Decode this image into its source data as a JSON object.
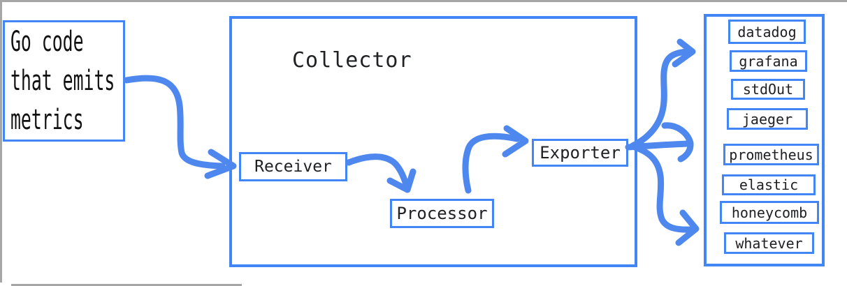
{
  "colors": {
    "bg": "#ffffff",
    "accent": "#4285f4",
    "arrow": "#4e87ee",
    "frame": "#a6a6a6",
    "text": "#202124",
    "source_text": "#111111"
  },
  "source_box": {
    "lines": [
      "Go code",
      "that emits",
      "metrics"
    ]
  },
  "collector": {
    "title": "Collector",
    "receiver_label": "Receiver",
    "processor_label": "Processor",
    "exporter_label": "Exporter"
  },
  "sinks": [
    {
      "label": "datadog"
    },
    {
      "label": "grafana"
    },
    {
      "label": "stdOut"
    },
    {
      "label": "jaeger"
    },
    {
      "label": "prometheus"
    },
    {
      "label": "elastic"
    },
    {
      "label": "honeycomb"
    },
    {
      "label": "whatever"
    }
  ],
  "arrows": [
    {
      "name": "source-to-receiver",
      "from": "Go code that emits metrics",
      "to": "Receiver"
    },
    {
      "name": "receiver-to-processor",
      "from": "Receiver",
      "to": "Processor"
    },
    {
      "name": "processor-to-exporter",
      "from": "Processor",
      "to": "Exporter"
    },
    {
      "name": "exporter-to-top-sinks",
      "from": "Exporter",
      "to": "datadog / grafana / stdOut / jaeger"
    },
    {
      "name": "exporter-to-middle-sinks",
      "from": "Exporter",
      "to": "prometheus / elastic / honeycomb"
    },
    {
      "name": "exporter-to-bottom-sinks",
      "from": "Exporter",
      "to": "whatever"
    }
  ]
}
